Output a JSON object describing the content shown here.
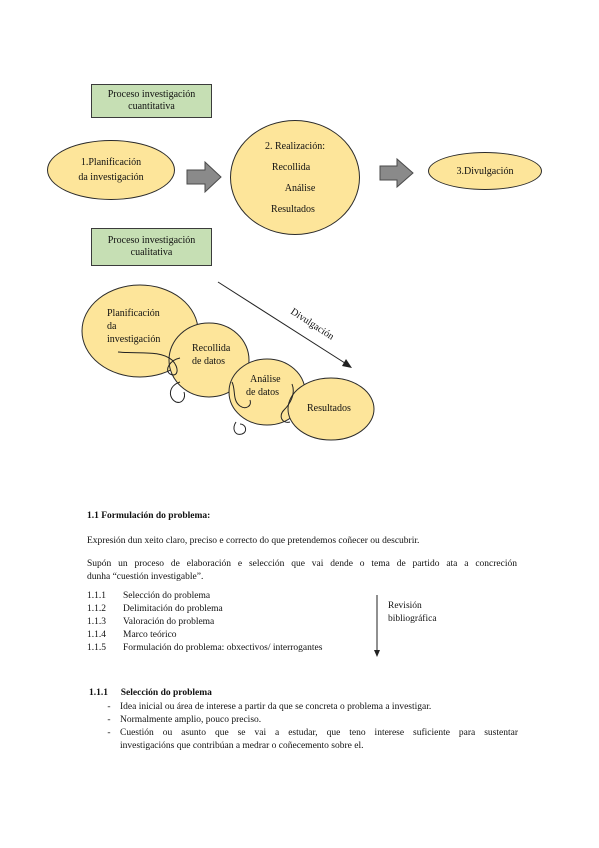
{
  "diagram_top": {
    "quant_box": [
      "Proceso investigación",
      "cuantitativa"
    ],
    "qual_box": [
      "Proceso investigación",
      "cualitativa"
    ],
    "phase1": [
      "1.Planificación",
      "da investigación"
    ],
    "phase2": [
      "2. Realización:",
      "Recollida",
      "Análise",
      "Resultados"
    ],
    "phase3": "3.Divulgación"
  },
  "diagram_bottom": {
    "arrow_label": "Divulgación",
    "c1": [
      "Planificación",
      "da",
      "investigación"
    ],
    "c2": [
      "Recollida",
      "de datos"
    ],
    "c3": [
      "Análise",
      "de datos"
    ],
    "c4": "Resultados"
  },
  "section": {
    "heading": "1.1 Formulación do problema:",
    "p1": "Expresión dun xeito claro, preciso e correcto do que pretendemos coñecer ou descubrir.",
    "p2a": "Supón un proceso de elaboración e selección que vai dende o tema de partido ata a concreción",
    "p2b": "dunha “cuestión investigable”.",
    "items": [
      {
        "num": "1.1.1",
        "text": "Selección do problema"
      },
      {
        "num": "1.1.2",
        "text": "Delimitación do problema"
      },
      {
        "num": "1.1.3",
        "text": "Valoración do problema"
      },
      {
        "num": "1.1.4",
        "text": "Marco teórico"
      },
      {
        "num": "1.1.5",
        "text": "Formulación do problema: obxectivos/ interrogantes"
      }
    ],
    "side_note": [
      "Revisión",
      "bibliográfica"
    ]
  },
  "subsection": {
    "num": "1.1.1",
    "title": "Selección do problema",
    "bullets": [
      "Idea inicial ou área de interese a partir da que se concreta o problema a investigar.",
      "Normalmente amplio, pouco preciso.",
      "Cuestión ou asunto que se vai a estudar, que teno interese suficiente para sustentar",
      "investigacións que contribúan a medrar o coñecemento sobre el."
    ]
  }
}
